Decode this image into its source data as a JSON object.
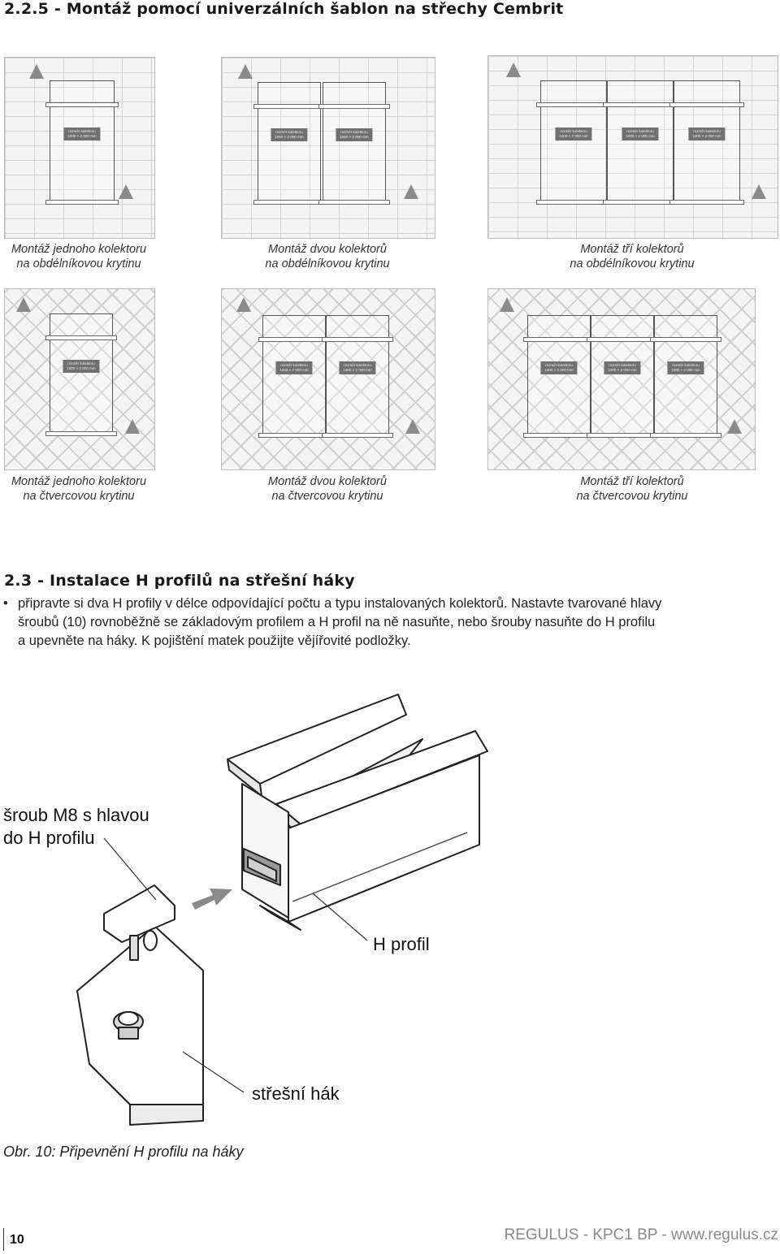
{
  "header": {
    "title": "2.2.5 - Montáž pomocí univerzálních šablon na střechy Cembrit"
  },
  "panels": [
    {
      "caption_line1": "Montáž jednoho kolektoru",
      "caption_line2": "na obdélníkovou krytinu",
      "count": 1,
      "pattern": "rect"
    },
    {
      "caption_line1": "Montáž dvou kolektorů",
      "caption_line2": "na obdélníkovou krytinu",
      "count": 2,
      "pattern": "rect"
    },
    {
      "caption_line1": "Montáž tří kolektorů",
      "caption_line2": "na obdélníkovou krytinu",
      "count": 3,
      "pattern": "rect"
    },
    {
      "caption_line1": "Montáž jednoho kolektoru",
      "caption_line2": "na čtvercovou krytinu",
      "count": 1,
      "pattern": "diag"
    },
    {
      "caption_line1": "Montáž dvou kolektorů",
      "caption_line2": "na čtvercovou krytinu",
      "count": 2,
      "pattern": "diag"
    },
    {
      "caption_line1": "Montáž tří kolektorů",
      "caption_line2": "na čtvercovou krytinu",
      "count": 3,
      "pattern": "diag"
    }
  ],
  "collector_label": {
    "line1": "rozměr kolektoru",
    "line2": "1000 × 2 000 mm"
  },
  "section": {
    "title": "2.3 - Instalace H profilů na střešní háky",
    "bullet": "•",
    "text_line1": "připravte si dva H profily v délce odpovídající počtu a typu instalovaných kolektorů. Nastavte tvarované hlavy",
    "text_line2": "šroubů (10) rovnoběžně se základovým profilem a H profil na ně nasuňte, nebo šrouby nasuňte do H profilu",
    "text_line3": "a upevněte na háky. K pojištění matek použijte vějířovité podložky."
  },
  "figure": {
    "label_screw_line1": "šroub M8 s hlavou",
    "label_screw_line2": "do H profilu",
    "label_profile": "H profil",
    "label_hook": "střešní hák",
    "caption": "Obr. 10: Připevnění H profilu na háky"
  },
  "footer": {
    "page_number": "10",
    "brand": "REGULUS - KPC1 BP - www.regulus.cz"
  }
}
